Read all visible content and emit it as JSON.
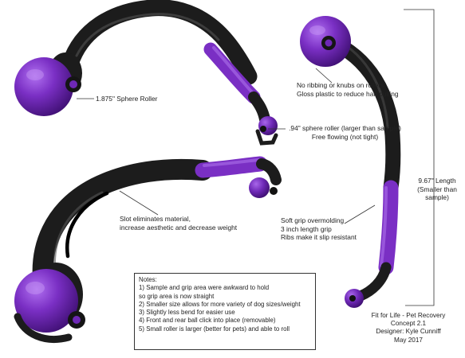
{
  "callouts": {
    "sphere_roller": "1.875\" Sphere Roller",
    "no_ribbing_1": "No ribbing or knubs on rollers",
    "no_ribbing_2": "Gloss plastic to reduce hair pulling",
    "small_roller_1": ".94\" sphere roller (larger than sample)",
    "small_roller_2": "Free flowing (not tight)",
    "length_1": "9.67\" Length",
    "length_2": "(Smaller than",
    "length_3": "sample)",
    "slot_1": "Slot eliminates material,",
    "slot_2": "increase aesthetic and decrease weight",
    "grip_1": "Soft grip overmolding",
    "grip_2": "3 inch length grip",
    "grip_3": "Ribs make it slip resistant"
  },
  "notes": {
    "title": "Notes:",
    "items": [
      "1) Sample and grip area were awkward to hold",
      "so grip area is now straight",
      "2) Smaller size  allows for more variety of dog sizes/weight",
      "3)  Slightly less bend for easier use",
      "4) Front and rear ball click into place (removable)",
      "5) Small roller is larger (better for pets) and able to roll"
    ]
  },
  "credits": {
    "line1": "Fit for Life - Pet Recovery",
    "line2": "Concept 2.1",
    "line3": "Designer: Kyle Cunniff",
    "line4": "May 2017"
  },
  "colors": {
    "body": "#1c1c1c",
    "purple": "#7a2fc4",
    "purple_dark": "#4a1585",
    "leader": "#333333"
  }
}
